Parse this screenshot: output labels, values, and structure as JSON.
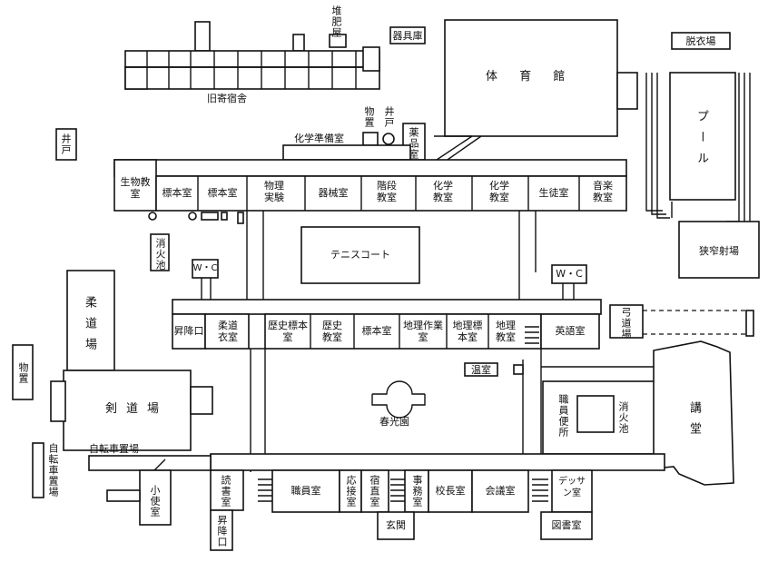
{
  "rooms": {
    "taihiya": "堆肥屋",
    "kigukoko": "器具庫",
    "taiikukan": "体 育 館",
    "datsuijo": "脱衣場",
    "kyukishukusha": "旧寄宿舎",
    "monooki_top": "物置",
    "ido_top": "井戸",
    "ido_left": "井戸",
    "kagaku_junbi": "化学準備室",
    "yakuhinshitsu": "薬品室",
    "pool": "プール",
    "seibutsu": "生物教室",
    "hyohon1": "標本室",
    "hyohon2": "標本室",
    "butsuri_jikken": "物理実験",
    "kikai": "器械室",
    "kaidan": "階段教室",
    "kagaku1": "化学教室",
    "kagaku2": "化学教室",
    "seito": "生徒室",
    "ongaku": "音楽教室",
    "shokaike_left": "消火池",
    "tennis": "テニスコート",
    "kyosa_shajo": "狭窄射場",
    "wc_left": "W・C",
    "wc_right": "W・C",
    "judo": "柔道場",
    "kyudo": "弓道場",
    "shokoguchi1": "昇降口",
    "judo_koi": "柔道衣室",
    "rekishi_hyohon": "歴史標本室",
    "rekishi": "歴史教室",
    "hyohon3": "標本室",
    "chiri_sagyo": "地理作業室",
    "chiri_hyohon": "地理標本室",
    "chiri": "地理教室",
    "eigo": "英語室",
    "monooki_left": "物置",
    "onshitsu": "温室",
    "kendo": "剣道場",
    "shunkoen": "春光園",
    "shokuin_benjo": "職員便所",
    "shokaike_right": "消火池",
    "kodo": "講堂",
    "jitensha_top": "自転車置場",
    "jitensha_left": "自転車置場",
    "kobenjo": "小使室",
    "dokusho": "読書室",
    "shokoguchi2": "昇降口",
    "shokuin": "職員室",
    "osetsu": "応接室",
    "shukuchoku": "宿直室",
    "jimu": "事務室",
    "kocho": "校長室",
    "kaigi": "会議室",
    "dessan": "デッサン室",
    "genkan": "玄関",
    "toshokan": "図書室"
  }
}
